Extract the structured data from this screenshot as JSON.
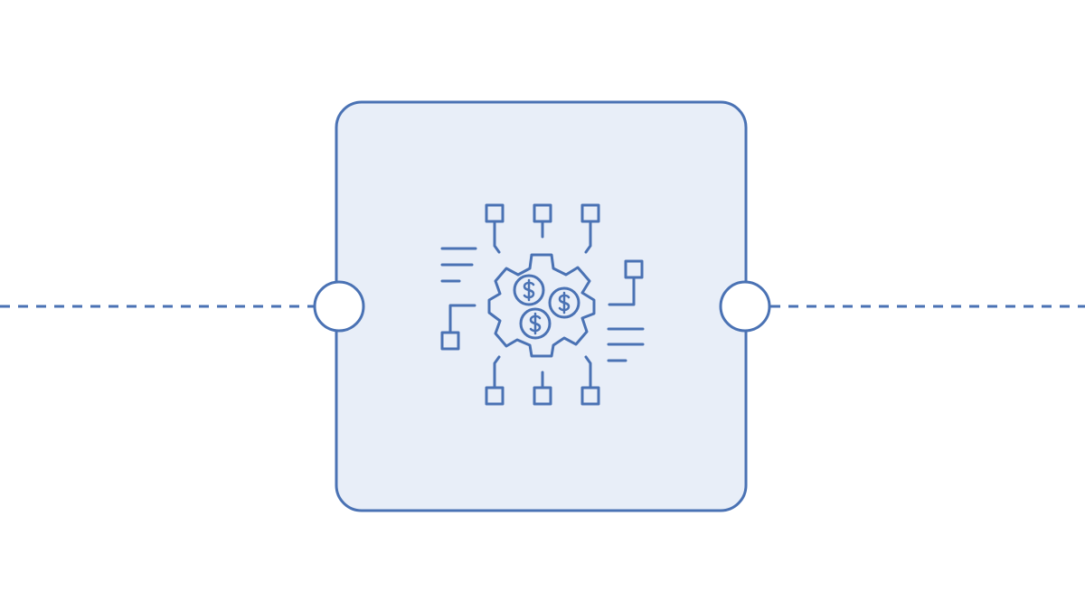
{
  "diagram": {
    "type": "process-node",
    "node": {
      "icon": "financial-gear-circuit-icon",
      "fill_color": "#e8eef8",
      "stroke_color": "#4a72b4"
    },
    "connectors": {
      "input": {
        "icon": "input-port"
      },
      "output": {
        "icon": "output-port"
      },
      "line_style": "dashed",
      "line_color": "#4a72b4"
    },
    "icon_parts": {
      "center": "gear-icon",
      "coins": [
        "dollar-coin-icon",
        "dollar-coin-icon",
        "dollar-coin-icon"
      ],
      "nodes": "circuit-node-icon",
      "lines": "text-lines-icon"
    }
  }
}
